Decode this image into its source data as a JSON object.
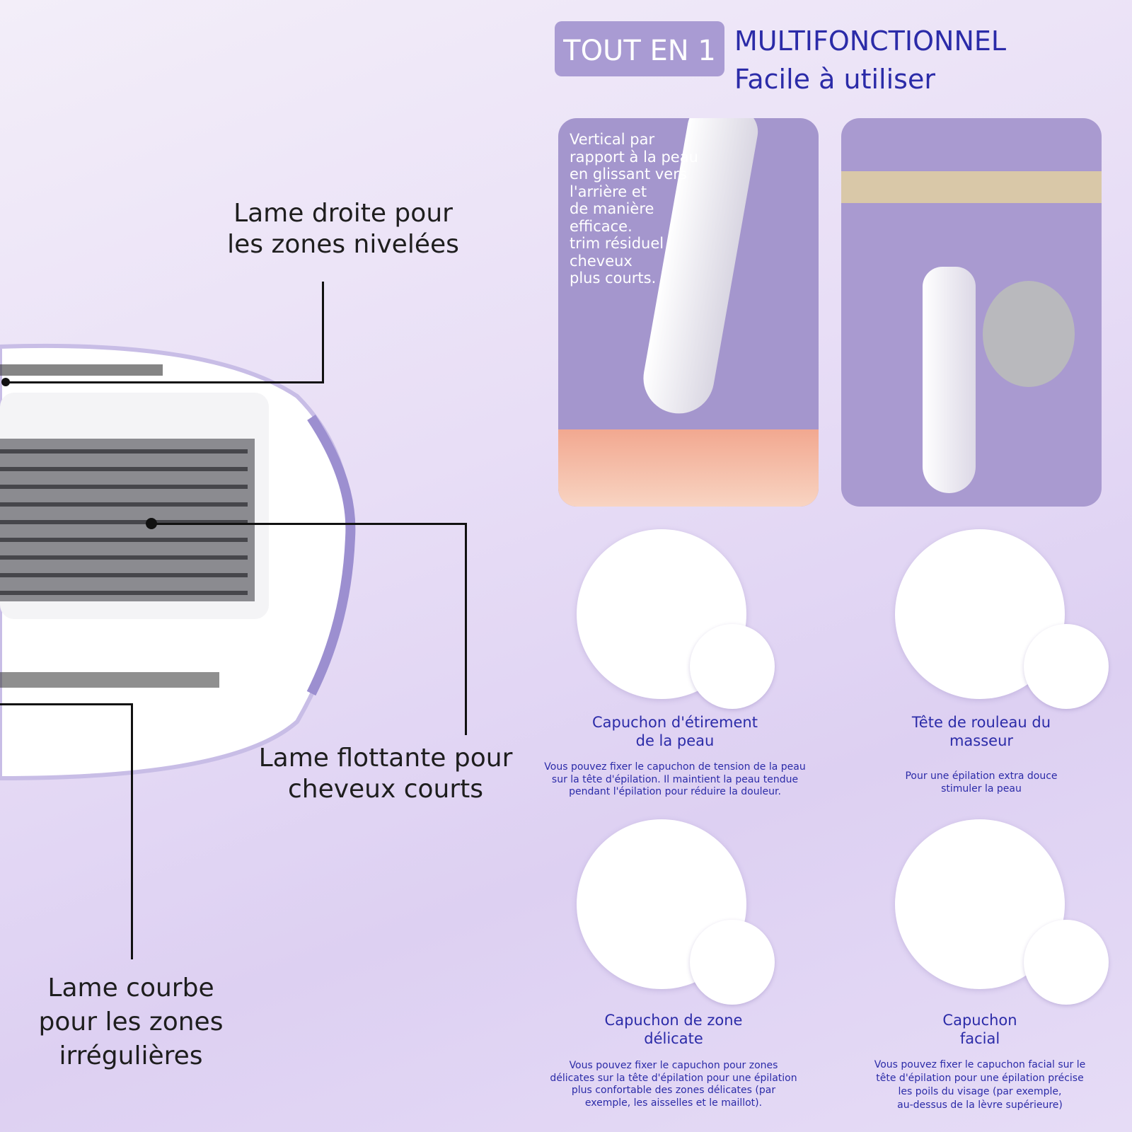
{
  "left": {
    "callouts": [
      {
        "lines": [
          "Lame droite pour",
          "les zones nivelées"
        ]
      },
      {
        "lines": [
          "Lame flottante pour",
          "cheveux courts"
        ]
      },
      {
        "lines": [
          "Lame courbe",
          "pour les zones",
          "irrégulières"
        ]
      }
    ]
  },
  "header": {
    "badge": "TOUT EN 1",
    "title": "MULTIFONCTIONNEL",
    "subtitle": "Facile à utiliser"
  },
  "panel_text": [
    "Vertical par",
    "rapport à la peau",
    "en glissant vers",
    "l'arrière et",
    "de manière",
    "efficace.",
    "trim résiduel",
    "cheveux",
    "plus courts."
  ],
  "attachments": [
    {
      "title": [
        "Capuchon d'étirement",
        "de la peau"
      ],
      "text": [
        "Vous pouvez fixer le capuchon de tension de la peau",
        "sur la tête d'épilation. Il maintient la peau tendue",
        "pendant l'épilation pour réduire la douleur."
      ]
    },
    {
      "title": [
        "Tête de rouleau du",
        "masseur"
      ],
      "text": [
        "Pour une épilation extra douce",
        "stimuler la peau"
      ]
    },
    {
      "title": [
        "Capuchon de zone",
        "délicate"
      ],
      "text": [
        "Vous pouvez fixer le capuchon pour zones",
        "délicates sur la tête d'épilation pour une épilation",
        "plus confortable des zones délicates (par",
        "exemple, les aisselles et le maillot)."
      ]
    },
    {
      "title": [
        "Capuchon",
        "facial"
      ],
      "text": [
        "Vous pouvez fixer le capuchon facial sur le",
        "tête d'épilation pour une épilation précise",
        "les poils du visage (par exemple,",
        "au-dessus de la lèvre supérieure)"
      ]
    }
  ],
  "colors": {
    "accent": "#2b2ba8",
    "badge": "#a99bd3",
    "panel": "#a496cd"
  }
}
